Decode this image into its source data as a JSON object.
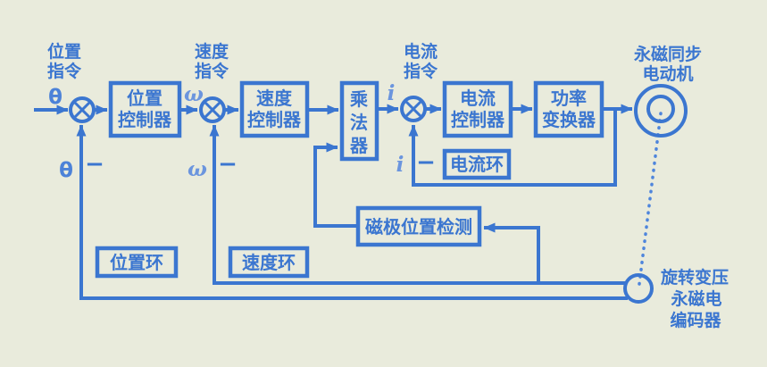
{
  "colors": {
    "background": "#e9ebdc",
    "diagram_blue": "#3b76d0",
    "symbol_blue": "#6b95de"
  },
  "annotations": {
    "position_cmd": [
      "位置",
      "指令"
    ],
    "speed_cmd": [
      "速度",
      "指令"
    ],
    "current_cmd": [
      "电流",
      "指令"
    ],
    "motor_label": [
      "永磁同步",
      "电动机"
    ],
    "encoder_label": [
      "旋转变压",
      "永磁电",
      "编码器"
    ]
  },
  "blocks": {
    "position_controller": [
      "位置",
      "控制器"
    ],
    "speed_controller": [
      "速度",
      "控制器"
    ],
    "multiplier": [
      "乘",
      "法",
      "器"
    ],
    "current_controller": [
      "电流",
      "控制器"
    ],
    "power_converter": [
      "功率",
      "变换器"
    ],
    "pole_position_detection": "磁极位置检测",
    "position_loop": "位置环",
    "speed_loop": "速度环",
    "current_loop": "电流环"
  },
  "signals": {
    "theta_in": "θ",
    "theta_fb": "θ",
    "omega_out": "ω",
    "omega_fb": "ω",
    "i_out": "i",
    "i_fb": "i",
    "minus_position": "−",
    "minus_speed": "−",
    "minus_current": "−"
  }
}
